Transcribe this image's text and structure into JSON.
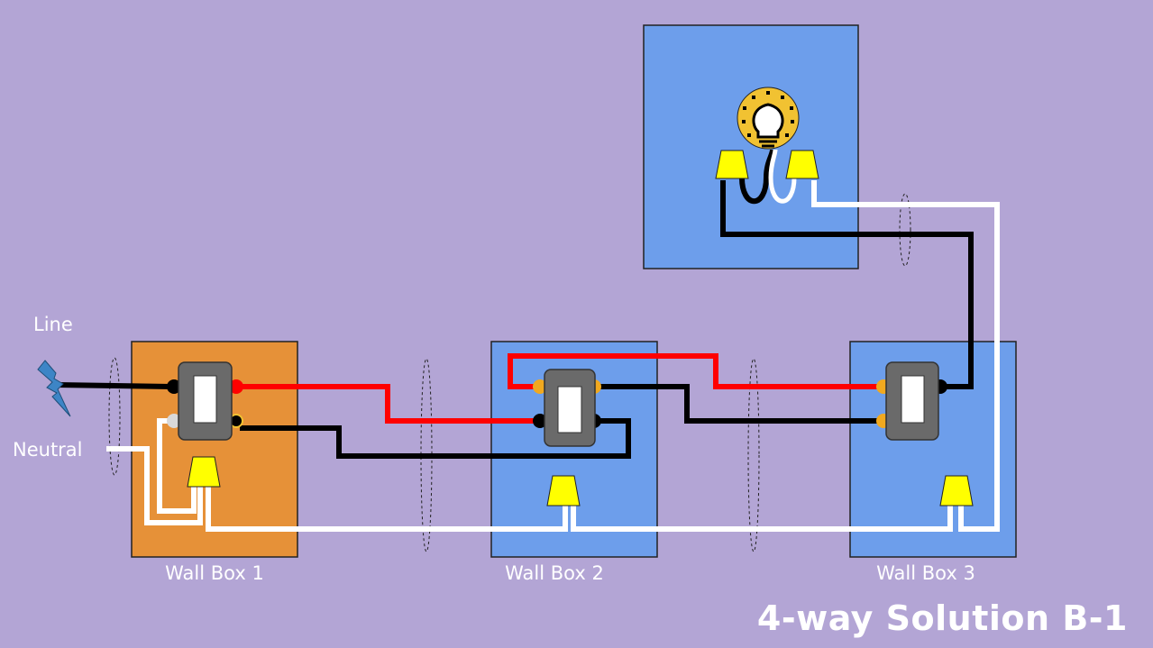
{
  "labels": {
    "line": "Line",
    "neutral": "Neutral",
    "title": "4-way Solution B-1"
  },
  "wall_boxes": [
    {
      "label": "Wall Box 1",
      "color": "#e69138"
    },
    {
      "label": "Wall Box 2",
      "color": "#6d9eeb"
    },
    {
      "label": "Wall Box 3",
      "color": "#6d9eeb"
    }
  ],
  "light_box": {
    "color": "#6d9eeb"
  },
  "colors": {
    "background": "#b3a5d5",
    "hot_wire": "#000000",
    "traveler_wire": "#ff0000",
    "neutral_wire": "#ffffff",
    "wire_nut": "#ffff00",
    "switch_body": "#6a6a6a",
    "lamp": "#f1c232",
    "line_icon": "#3d85c6"
  },
  "icons": [
    "lightning-icon",
    "light-bulb-icon",
    "wire-nut-icon",
    "four-way-switch-icon",
    "three-way-switch-icon"
  ]
}
